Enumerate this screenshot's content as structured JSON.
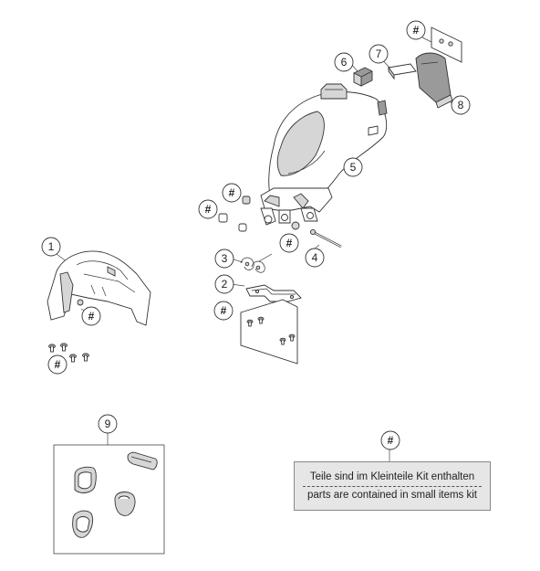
{
  "callouts": {
    "c1": "1",
    "c2": "2",
    "c3": "3",
    "c4": "4",
    "c5": "5",
    "c6": "6",
    "c7": "7",
    "c8": "8",
    "c9": "9",
    "hash": "#"
  },
  "legend": {
    "line_de": "Teile sind im Kleinteile Kit enthalten",
    "line_en": "parts are contained in small items kit"
  },
  "icons": [
    "fuel-tank",
    "tank-cap-cover",
    "knee-pad",
    "heat-shield",
    "bracket",
    "screw",
    "spring-clip",
    "pin",
    "grommet",
    "decal-plate",
    "rubber-buffer"
  ]
}
